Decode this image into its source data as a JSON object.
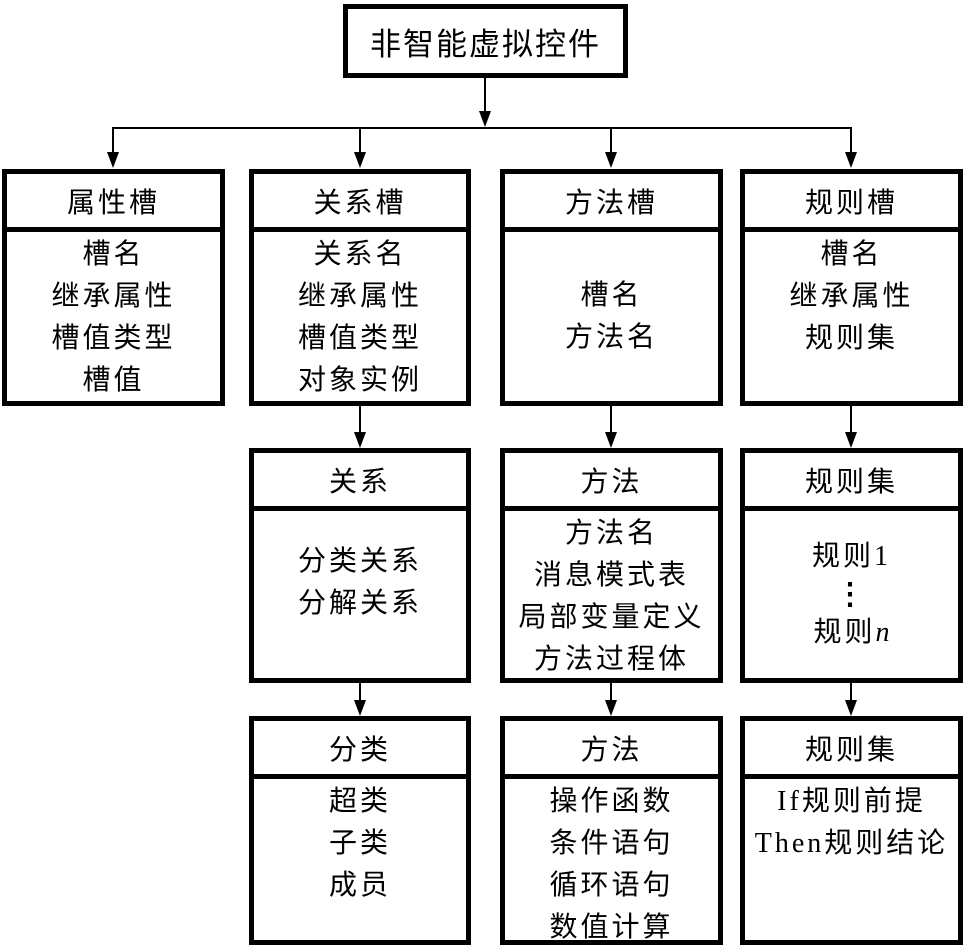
{
  "root": {
    "label": "非智能虚拟控件"
  },
  "colors": {
    "background": "#ffffff",
    "line": "#000000",
    "text": "#000000"
  },
  "columns": [
    {
      "level1": {
        "title": "属性槽",
        "items": [
          "槽名",
          "继承属性",
          "槽值类型",
          "槽值"
        ]
      }
    },
    {
      "level1": {
        "title": "关系槽",
        "items": [
          "关系名",
          "继承属性",
          "槽值类型",
          "对象实例"
        ]
      },
      "level2": {
        "title": "关系",
        "items": [
          "分类关系",
          "分解关系"
        ]
      },
      "level3": {
        "title": "分类",
        "items": [
          "超类",
          "子类",
          "成员"
        ]
      }
    },
    {
      "level1": {
        "title": "方法槽",
        "items": [
          "槽名",
          "方法名"
        ]
      },
      "level2": {
        "title": "方法",
        "items": [
          "方法名",
          "消息模式表",
          "局部变量定义",
          "方法过程体"
        ]
      },
      "level3": {
        "title": "方法",
        "items": [
          "操作函数",
          "条件语句",
          "循环语句",
          "数值计算"
        ]
      }
    },
    {
      "level1": {
        "title": "规则槽",
        "items": [
          "槽名",
          "继承属性",
          "规则集"
        ]
      },
      "level2": {
        "title": "规则集",
        "items": [
          "规则1",
          "⋮"
        ],
        "rule_n": {
          "prefix": "规则",
          "var": "n"
        }
      },
      "level3": {
        "title": "规则集",
        "items": [
          "If规则前提",
          "Then规则结论"
        ]
      }
    }
  ]
}
